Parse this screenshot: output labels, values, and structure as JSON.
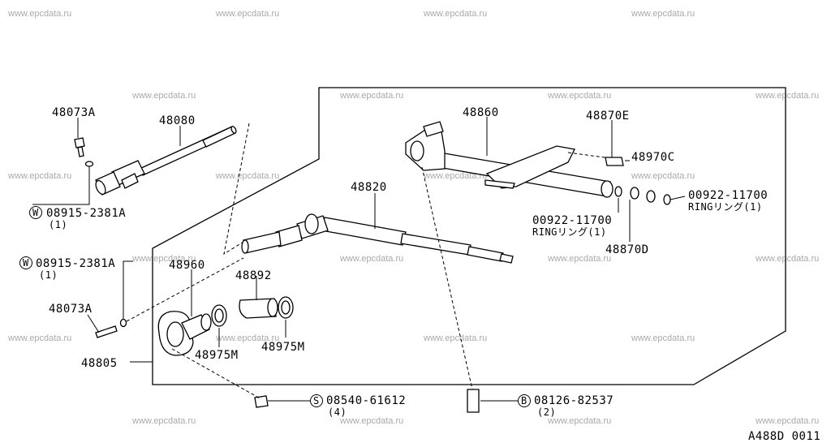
{
  "watermark": "www.epcdata.ru",
  "diagram_code": "A488D 0011",
  "parts": {
    "p48073A_top": "48073A",
    "p48080": "48080",
    "w08915_top": "08915-2381A",
    "w08915_top_qty": "(1)",
    "w08915_mid": "08915-2381A",
    "w08915_mid_qty": "(1)",
    "p48073A_mid": "48073A",
    "p48805": "48805",
    "p48960": "48960",
    "p48892": "48892",
    "p48975M_a": "48975M",
    "p48975M_b": "48975M",
    "p48820": "48820",
    "p48860": "48860",
    "p48870E": "48870E",
    "p48970C": "48970C",
    "p00922_right": "00922-11700",
    "ring_right": "RINGリング(1)",
    "p00922_left": "00922-11700",
    "ring_left": "RINGリング(1)",
    "p48870D": "48870D",
    "s08540": "08540-61612",
    "s08540_qty": "(4)",
    "b08126": "08126-82537",
    "b08126_qty": "(2)"
  },
  "symbols": {
    "washer": "W",
    "screw": "S",
    "bolt": "B"
  }
}
